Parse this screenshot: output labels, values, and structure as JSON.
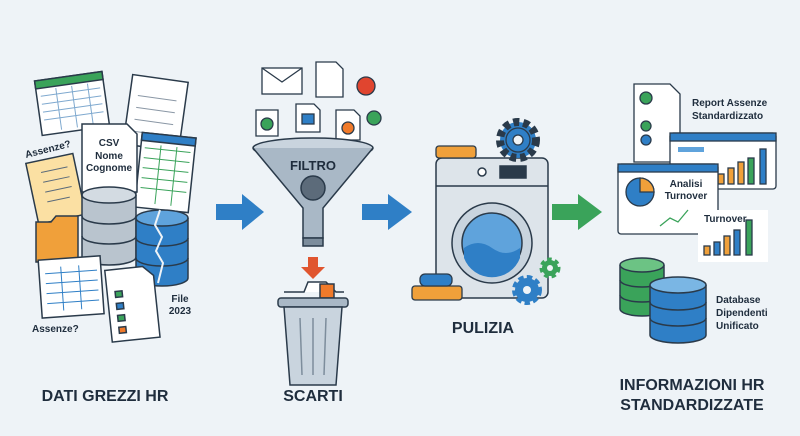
{
  "stages": {
    "raw": {
      "title": "DATI GREZZI HR",
      "notes": [
        "CSV",
        "Nome",
        "Cognome",
        "Assenze?",
        "Assenze?",
        "File",
        "2023"
      ]
    },
    "filter": {
      "funnel_label": "FILTRO",
      "title": "SCARTI"
    },
    "cleaning": {
      "title": "PULIZIA"
    },
    "output": {
      "title_line1": "INFORMAZIONI HR",
      "title_line2": "STANDARDIZZATE",
      "report": [
        "Report Assenze",
        "Standardizzato"
      ],
      "analysis": [
        "Analisi",
        "Turnover"
      ],
      "turnover": "Turnover",
      "database": [
        "Database",
        "Dipendenti",
        "Unificato"
      ]
    }
  },
  "colors": {
    "arrow_blue": "#2f7fc6",
    "arrow_green": "#3aa35a",
    "background": "#eef3f7",
    "text": "#1f2d3d"
  }
}
